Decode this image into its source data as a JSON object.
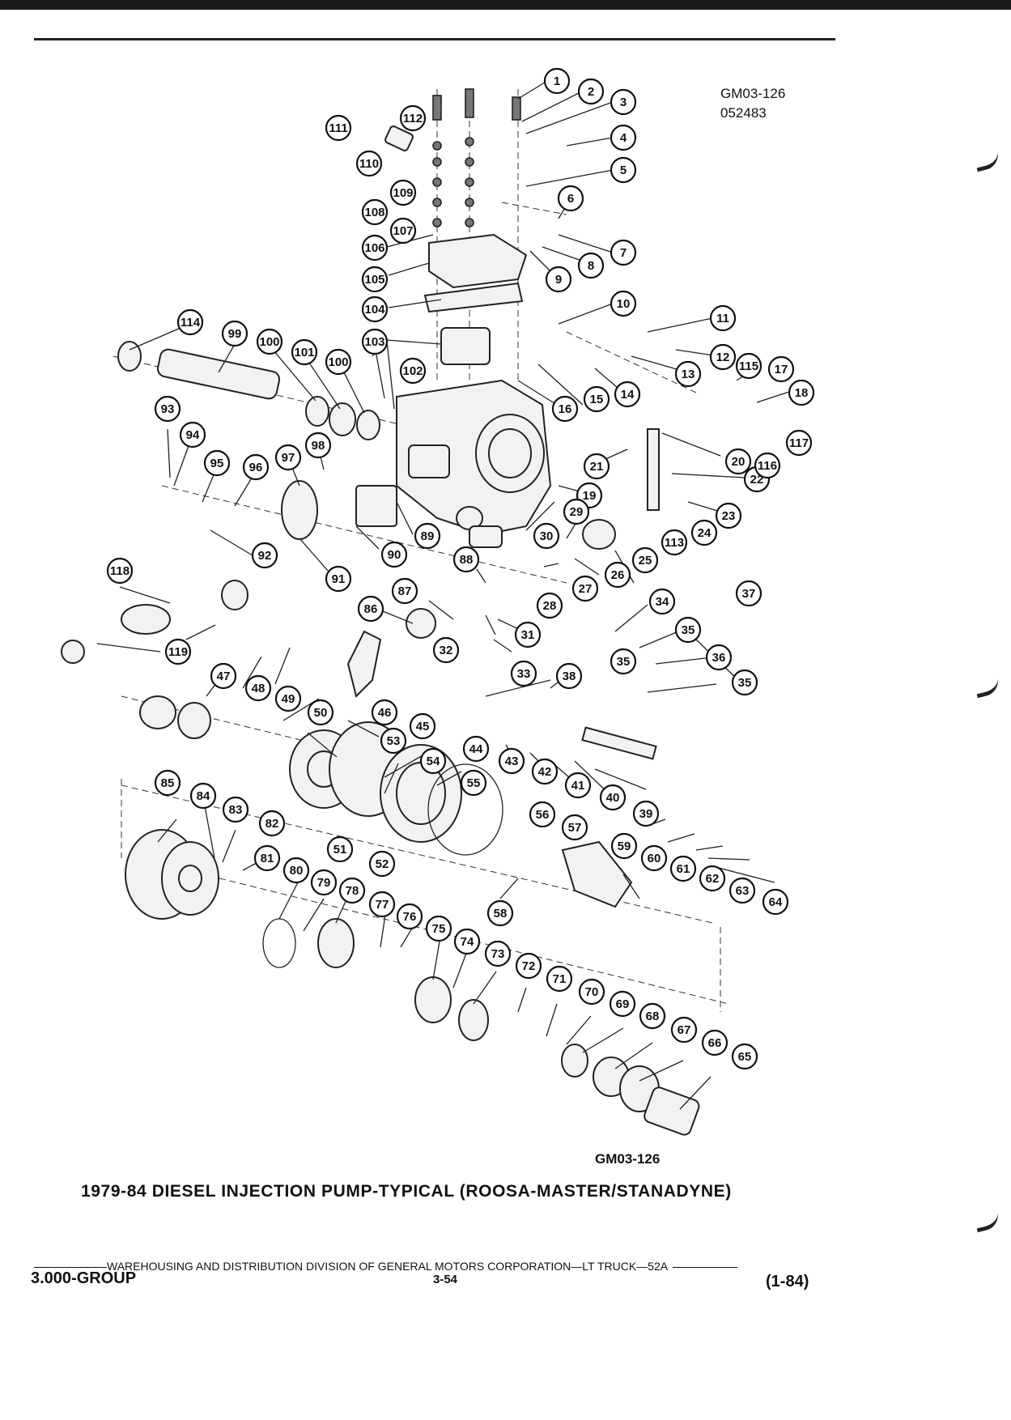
{
  "header": {
    "figure_id_lines": [
      "GM03-126",
      "052483"
    ]
  },
  "diagram": {
    "callouts": [
      "1",
      "2",
      "3",
      "4",
      "5",
      "6",
      "7",
      "8",
      "9",
      "10",
      "11",
      "12",
      "13",
      "14",
      "15",
      "16",
      "17",
      "18",
      "19",
      "20",
      "21",
      "22",
      "23",
      "24",
      "25",
      "26",
      "27",
      "28",
      "29",
      "30",
      "31",
      "32",
      "33",
      "34",
      "35",
      "36",
      "37",
      "38",
      "39",
      "40",
      "41",
      "42",
      "43",
      "44",
      "45",
      "46",
      "47",
      "48",
      "49",
      "50",
      "51",
      "52",
      "53",
      "54",
      "55",
      "56",
      "57",
      "58",
      "59",
      "60",
      "61",
      "62",
      "63",
      "64",
      "65",
      "66",
      "67",
      "68",
      "69",
      "70",
      "71",
      "72",
      "73",
      "74",
      "75",
      "76",
      "77",
      "78",
      "79",
      "80",
      "81",
      "82",
      "83",
      "84",
      "85",
      "86",
      "87",
      "88",
      "89",
      "90",
      "91",
      "92",
      "93",
      "94",
      "95",
      "96",
      "97",
      "98",
      "99",
      "100",
      "101",
      "102",
      "103",
      "104",
      "105",
      "106",
      "107",
      "108",
      "109",
      "110",
      "111",
      "112",
      "113",
      "114",
      "115",
      "116",
      "117",
      "118",
      "119"
    ],
    "figure_code": "GM03-126",
    "caption": "1979-84 DIESEL INJECTION PUMP-TYPICAL (ROOSA-MASTER/STANADYNE)"
  },
  "footer": {
    "organization_line": "WAREHOUSING AND DISTRIBUTION  DIVISION OF GENERAL MOTORS CORPORATION—LT TRUCK—52A",
    "group": "3.000-GROUP",
    "page": "3-54",
    "edition": "(1-84)"
  }
}
